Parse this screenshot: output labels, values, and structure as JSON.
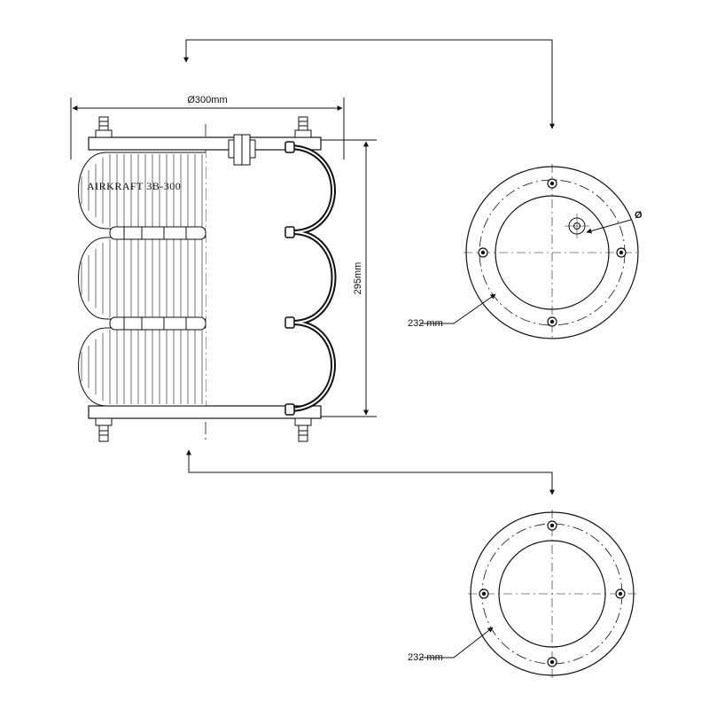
{
  "drawing": {
    "model": "AIRKRAFT 3B-300",
    "diameter_label": "Ø300mm",
    "height_label": "295mm",
    "hole_label": "Ø",
    "top_plate_label": "232 mm",
    "bottom_plate_label": "232 mm"
  },
  "colors": {
    "line": "#111111",
    "background": "#ffffff"
  }
}
